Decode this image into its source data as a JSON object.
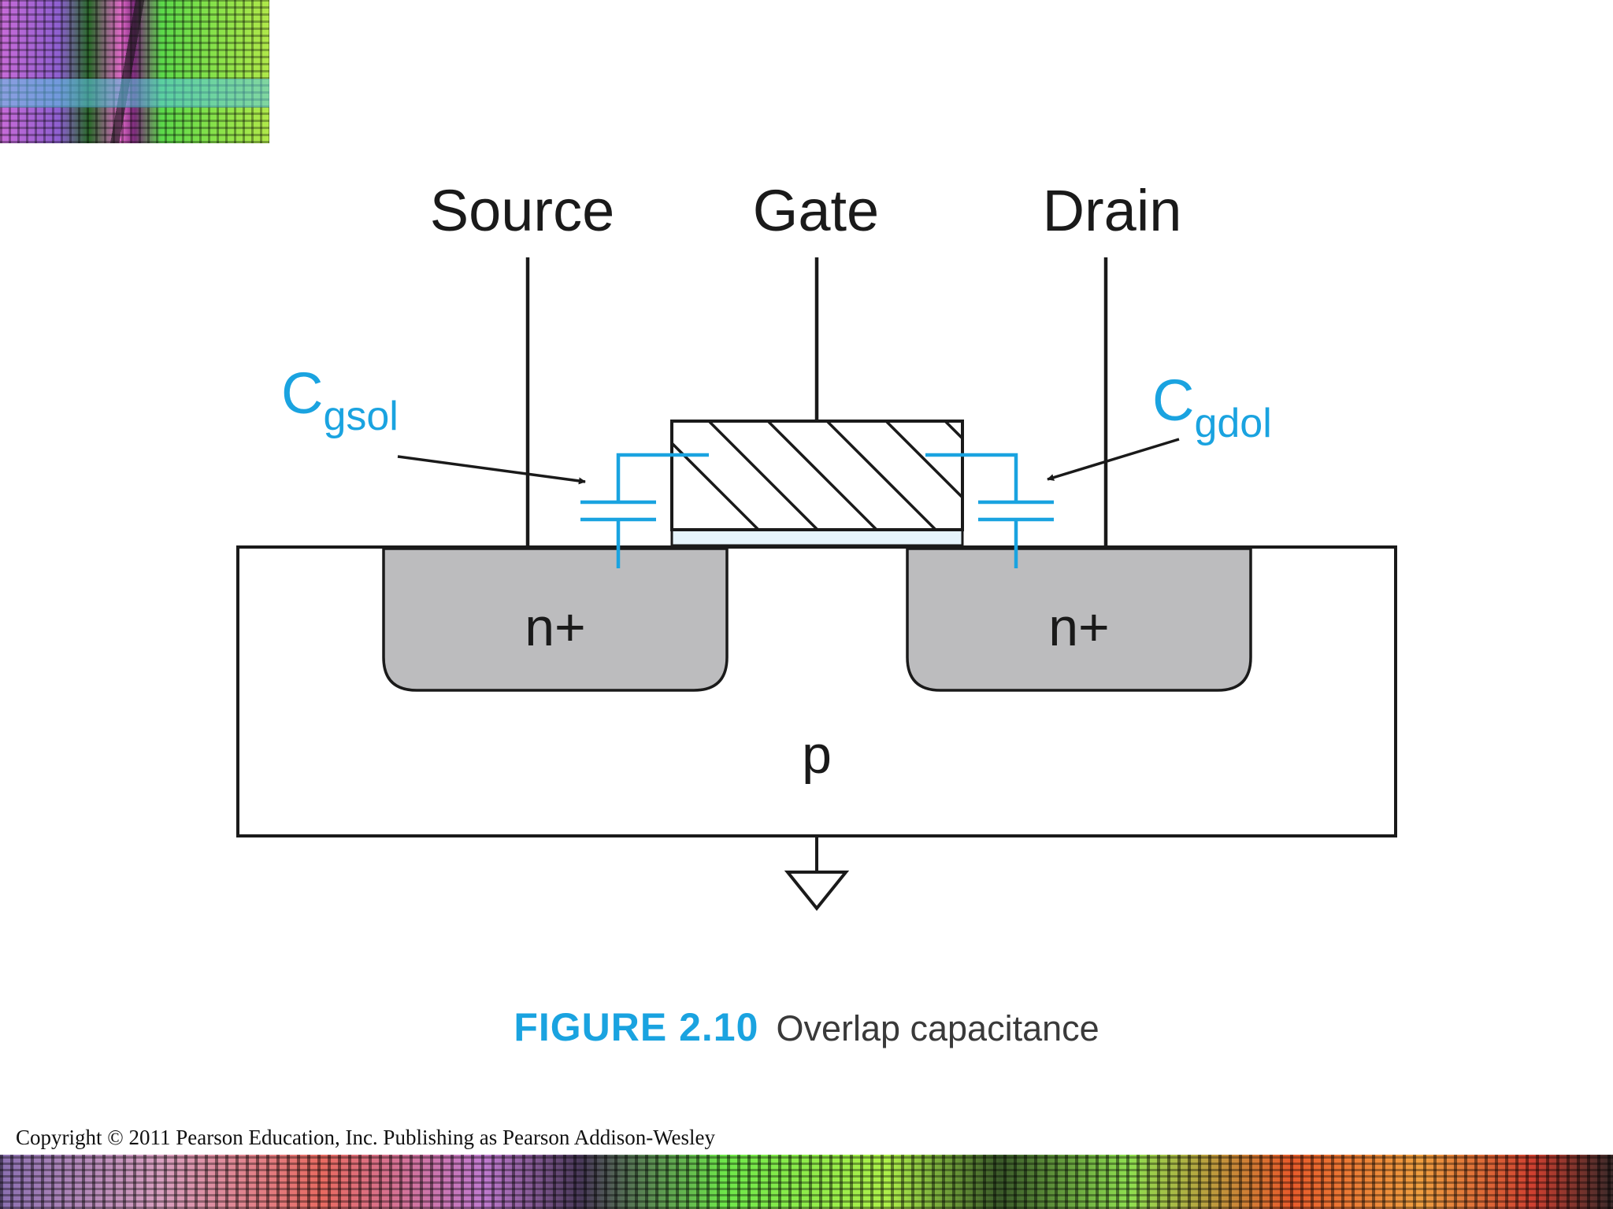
{
  "terminals": {
    "source": "Source",
    "gate": "Gate",
    "drain": "Drain"
  },
  "capacitors": {
    "gate_source": {
      "main": "C",
      "sub": "gsol"
    },
    "gate_drain": {
      "main": "C",
      "sub": "gdol"
    }
  },
  "regions": {
    "source_diffusion": "n+",
    "drain_diffusion": "n+",
    "substrate": "p"
  },
  "caption": {
    "number": "FIGURE 2.10",
    "title": "Overlap capacitance"
  },
  "copyright": "Copyright © 2011 Pearson Education, Inc. Publishing as Pearson Addison-Wesley",
  "colors": {
    "accent_blue": "#1aa3e0",
    "diffusion_gray": "#bcbcbe",
    "oxide_blue": "#e6f4fb"
  }
}
